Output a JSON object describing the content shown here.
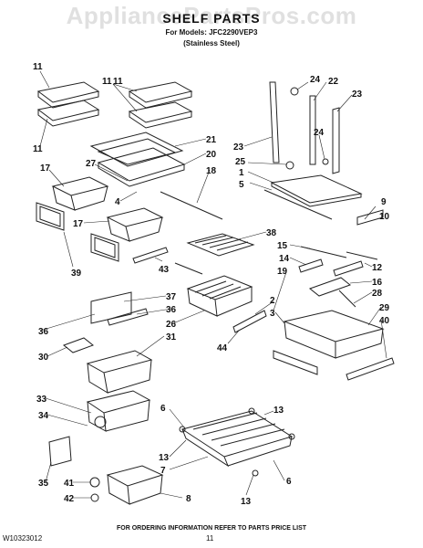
{
  "watermark": "AppliancePartsPros.com",
  "header": {
    "title": "SHELF PARTS",
    "models": "For Models: JFC2290VEP3",
    "finish": "(Stainless Steel)"
  },
  "callouts": [
    "11",
    "11",
    "11",
    "11",
    "27",
    "17",
    "4",
    "17",
    "39",
    "43",
    "37",
    "36",
    "26",
    "36",
    "30",
    "31",
    "33",
    "34",
    "35",
    "41",
    "42",
    "24",
    "22",
    "23",
    "24",
    "23",
    "25",
    "1",
    "5",
    "21",
    "20",
    "18",
    "9",
    "10",
    "38",
    "15",
    "14",
    "19",
    "12",
    "16",
    "28",
    "2",
    "3",
    "29",
    "40",
    "44",
    "6",
    "13",
    "13",
    "7",
    "6",
    "13",
    "8"
  ],
  "footer": {
    "note": "FOR ORDERING INFORMATION REFER TO PARTS PRICE LIST",
    "doc_number": "W10323012",
    "page": "11"
  }
}
